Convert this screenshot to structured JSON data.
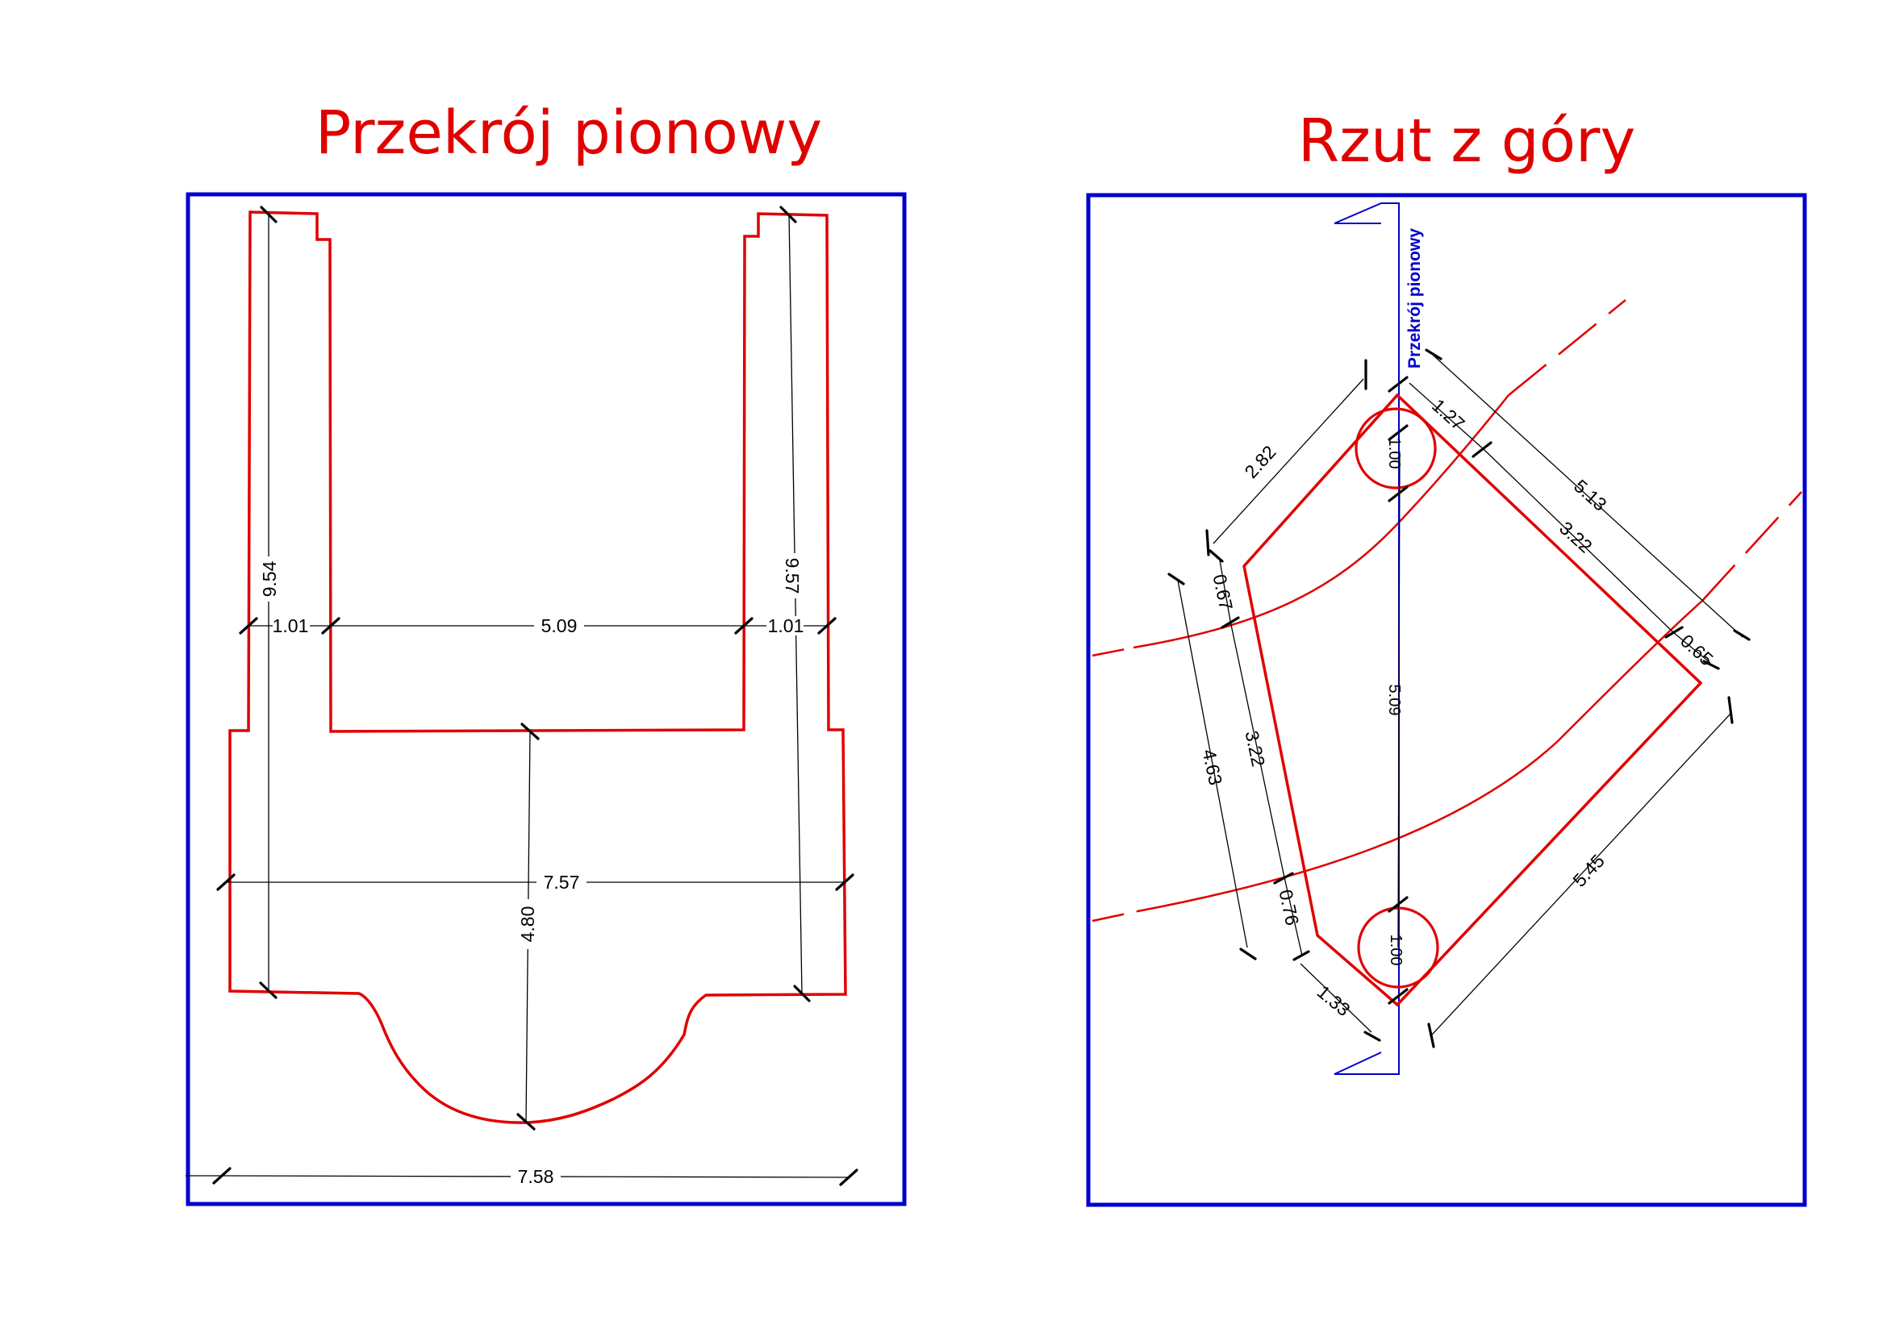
{
  "panels": {
    "left": {
      "title": "Przekrój pionowy"
    },
    "right": {
      "title": "Rzut z góry"
    }
  },
  "colors": {
    "outline": "#e00000",
    "frame": "#0000cc",
    "dimension": "#000000",
    "section_line": "#0000cc"
  },
  "section_view": {
    "dims": {
      "left_height": "9.54",
      "right_height": "9.57",
      "left_wall": "1.01",
      "inner_width": "5.09",
      "right_wall": "1.01",
      "full_width": "7.57",
      "center_depth": "4.80",
      "bottom_width": "7.58"
    }
  },
  "plan_view": {
    "section_label": "Przekrój pionowy",
    "dims": {
      "top_left": "2.82",
      "top_short": "1.27",
      "circle_top": "1.00",
      "outer_right": "5.13",
      "inner_right": "3.22",
      "corner_right": "0.65",
      "center": "5.09",
      "left_short": "0.67",
      "left_inner": "3.22",
      "left_outer": "4.63",
      "lower_left_short": "0.76",
      "bottom_left": "1.33",
      "circle_bottom": "1.00",
      "bottom_right": "5.45"
    }
  }
}
